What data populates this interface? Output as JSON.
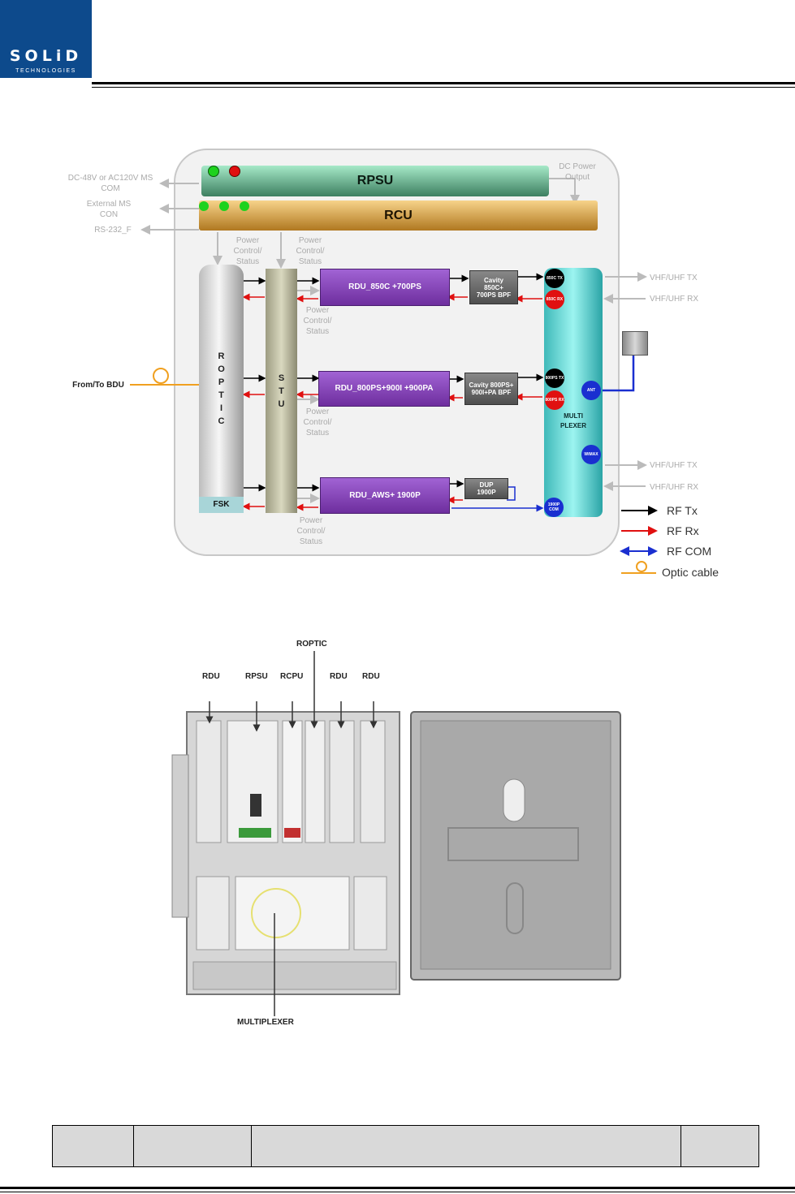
{
  "header": {
    "company": "SOLiD",
    "company_sub": "TECHNOLOGIES"
  },
  "diagram": {
    "rpsu": "RPSU",
    "rcu": "RCU",
    "roptic": "R O P T I C",
    "fsk": "FSK",
    "stu": "S T U",
    "multiplexer": "MULTI PLEXER",
    "left_labels": {
      "power_input": "DC-48V or AC120V MS COM",
      "external": "External MS CON",
      "rs232": "RS-232_F",
      "from_to_bdu": "From/To BDU"
    },
    "dc_power_output": "DC Power Output",
    "power_control_status": "Power Control/ Status",
    "rdu": [
      {
        "name": "RDU_850C +700PS",
        "filter": "Cavity 850C+ 700PS BPF"
      },
      {
        "name": "RDU_800PS+900I +900PA",
        "filter": "Cavity 800PS+ 900I+PA BPF"
      },
      {
        "name": "RDU_AWS+ 1900P",
        "filter": "DUP 1900P"
      }
    ],
    "ports": [
      {
        "label": "850C TX",
        "color": "#000000"
      },
      {
        "label": "850C RX",
        "color": "#e01010"
      },
      {
        "label": "800PS TX",
        "color": "#000000"
      },
      {
        "label": "800PS RX",
        "color": "#e01010"
      },
      {
        "label": "ANT",
        "color": "#1a2fd0"
      },
      {
        "label": "WiMAX",
        "color": "#1a2fd0"
      },
      {
        "label": "1900P COM",
        "color": "#1a2fd0"
      }
    ],
    "right_labels": [
      "VHF/UHF TX",
      "VHF/UHF RX",
      "VHF/UHF TX",
      "VHF/UHF RX"
    ],
    "legend": [
      {
        "label": "RF Tx",
        "color": "#000000"
      },
      {
        "label": "RF Rx",
        "color": "#e01010"
      },
      {
        "label": "RF COM",
        "color": "#1a2fd0"
      },
      {
        "label": "Optic cable",
        "color": "#f0a020"
      }
    ]
  },
  "photo": {
    "labels": [
      "RDU",
      "RPSU",
      "RCPU",
      "ROPTIC",
      "RDU",
      "RDU"
    ],
    "multiplexer": "MULTIPLEXER"
  }
}
